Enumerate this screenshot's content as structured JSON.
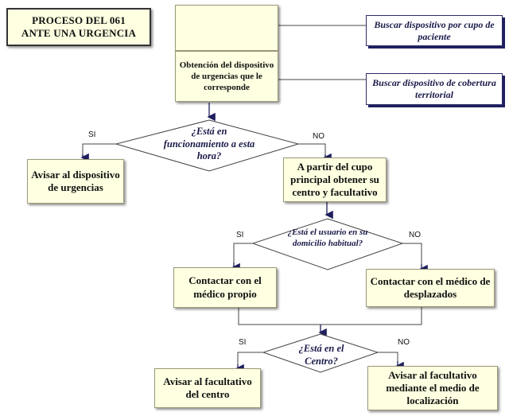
{
  "title": "PROCESO DEL 061\nANTE UNA URGENCIA",
  "nodes": {
    "top_empty": "",
    "obtain": "Obtención del dispositivo de urgencias que le corresponde",
    "search_cupo": "Buscar dispositivo por cupo de paciente",
    "search_territorial": "Buscar dispositivo de cobertura territorial",
    "decision1": "¿Está en funcionamiento a esta hora?",
    "notify_device": "Avisar al dispositivo de urgencias",
    "from_cupo": "A partir del cupo principal obtener su centro y  facultativo",
    "decision2": "¿Está el usuario en su domicilio habitual?",
    "contact_own": "Contactar con el médico propio",
    "contact_displaced": "Contactar con el médico de desplazados",
    "decision3": "¿Está en el Centro?",
    "notify_center": "Avisar al facultativo del centro",
    "notify_locate": "Avisar al facultativo mediante el medio de localización"
  },
  "labels": {
    "yes": "SI",
    "no": "NO"
  }
}
